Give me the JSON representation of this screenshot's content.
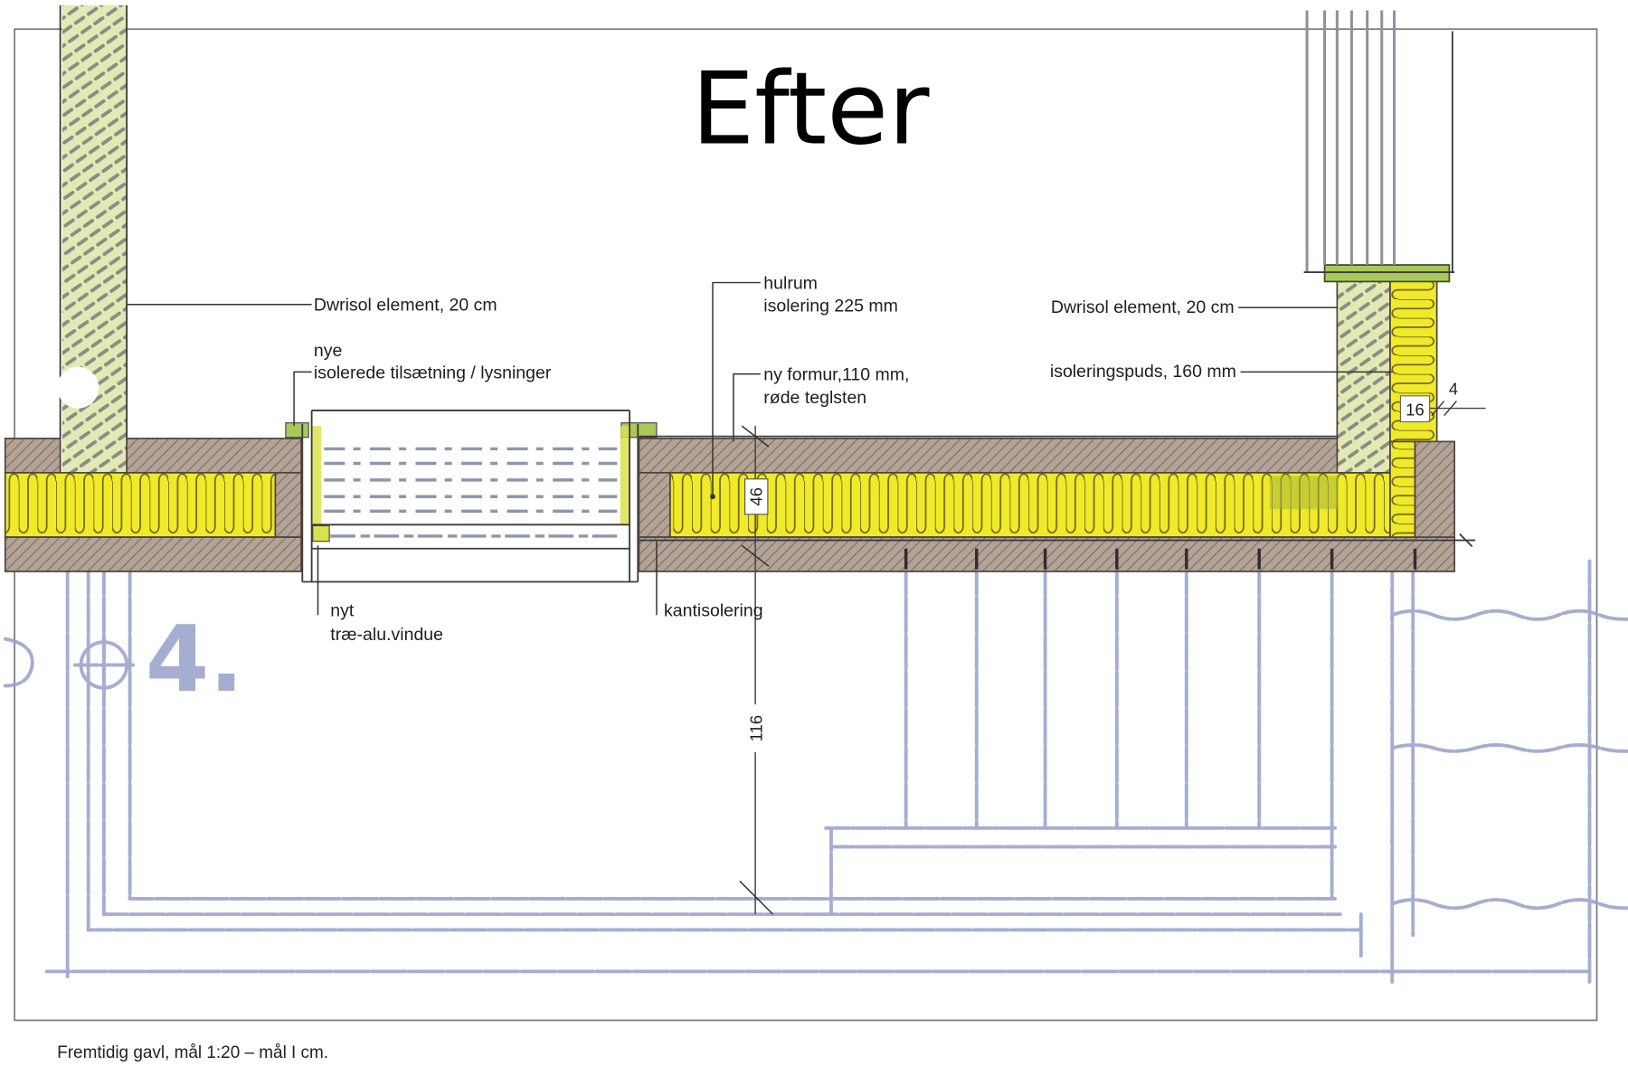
{
  "title": "Efter",
  "labels": {
    "dwrisol_left": "Dwrisol element, 20 cm",
    "nye_isolerede": [
      "nye",
      "isolerede tilsætning / lysninger"
    ],
    "hulrum": [
      "hulrum",
      "isolering 225 mm"
    ],
    "formur": [
      "ny formur,110 mm,",
      "røde teglsten"
    ],
    "dwrisol_right": "Dwrisol element, 20 cm",
    "isoleringspuds": "isoleringspuds, 160 mm",
    "vindue": [
      "nyt",
      "træ-alu.vindue"
    ],
    "kantisolering": "kantisolering"
  },
  "dimensions": {
    "wall_46": "46",
    "dim_116": "116",
    "puds_16": "16",
    "gap_4": "4"
  },
  "sketch_text": "4.",
  "caption": "Fremtidig gavl, mål 1:20 – mål I cm.",
  "colors": {
    "insulation": "#f0ea2a",
    "brick_hatch": "#b3a396",
    "dwrisol_element": "#e3e9b4",
    "sketch_lines": "#96a0c9",
    "cap_green": "#a9c95a"
  }
}
